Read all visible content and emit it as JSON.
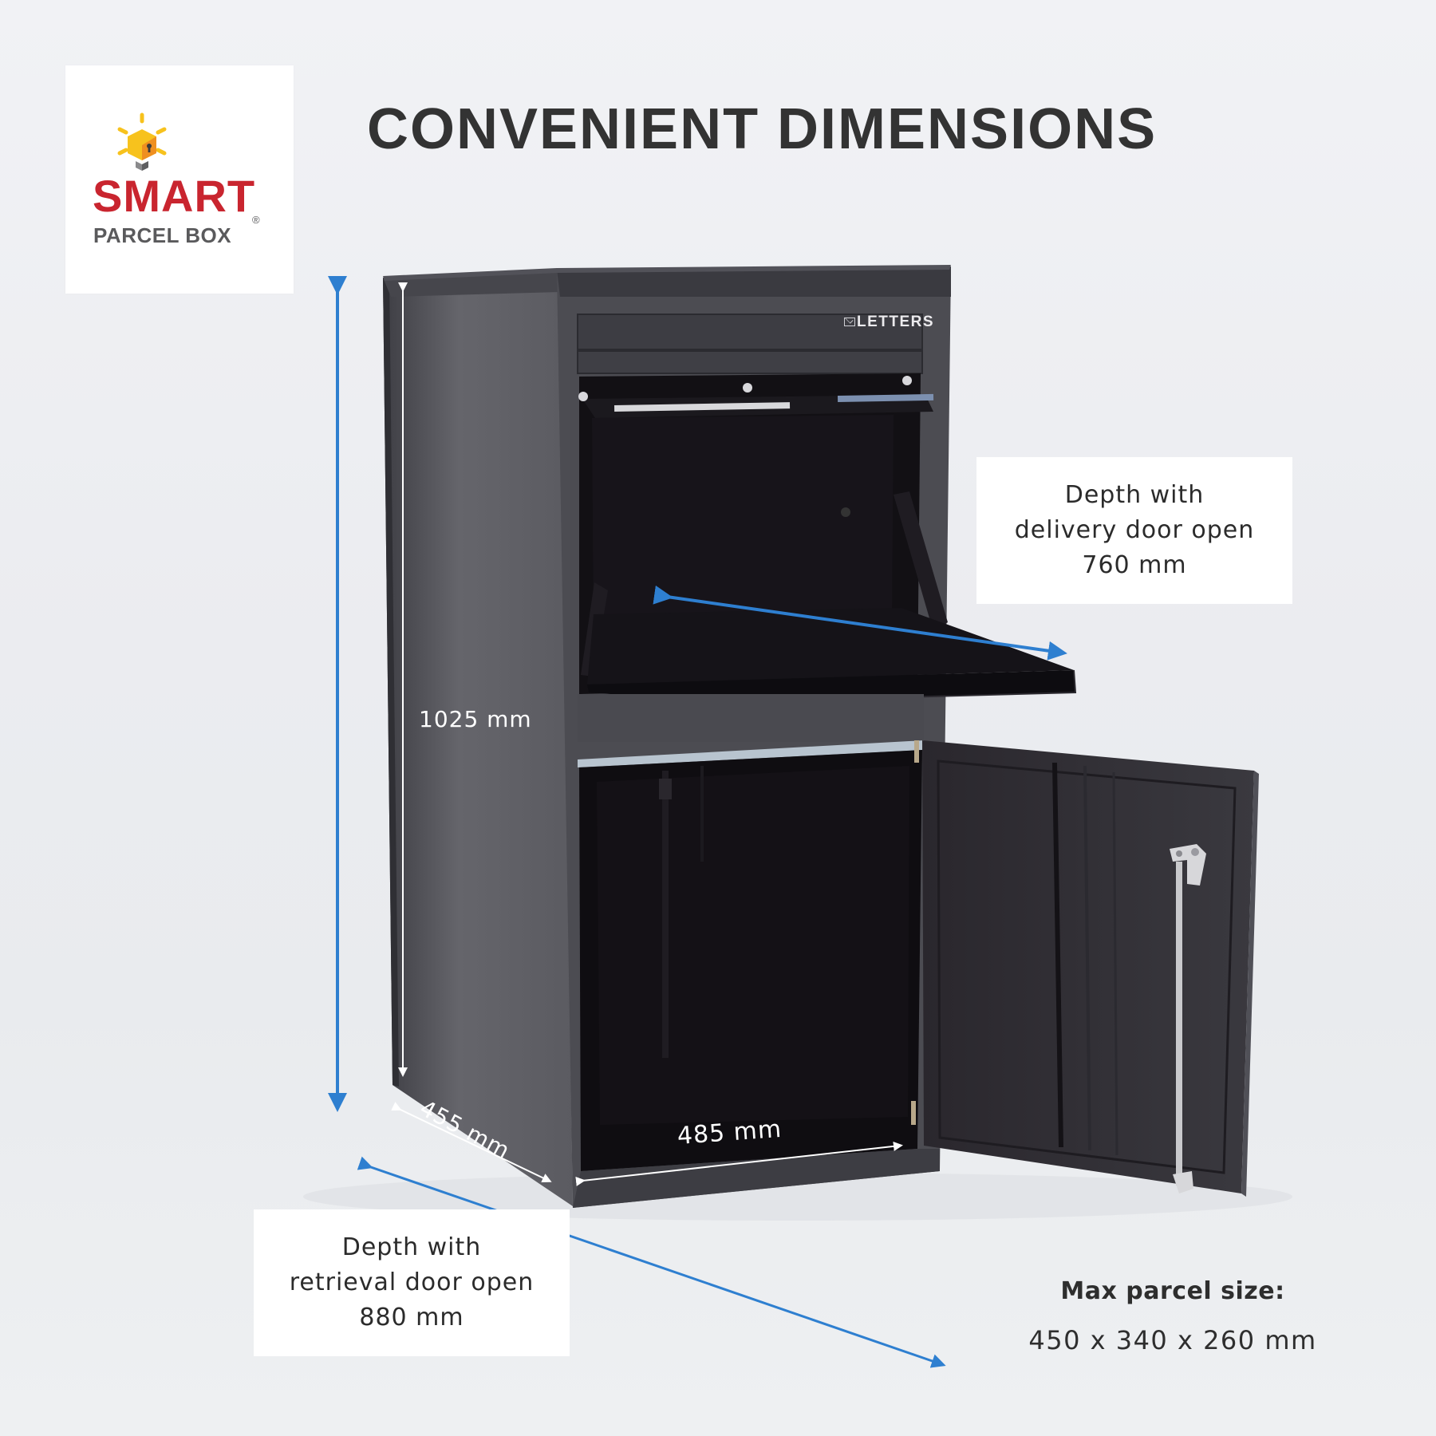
{
  "logo": {
    "brand_top": "SMART",
    "brand_bottom": "PARCEL BOX",
    "registered_mark": "®",
    "icon": "lightbulb-padlock-cube-icon",
    "colors": {
      "red": "#c9252f",
      "grey": "#5a5a5c",
      "yellow": "#f7c21d",
      "orange": "#ef8f1f"
    }
  },
  "header": {
    "title": "CONVENIENT DIMENSIONS"
  },
  "product": {
    "name": "parcel box",
    "letters_slot_label": "LETTERS",
    "letters_icon": "envelope-icon",
    "body_color": "#4a4a50",
    "interior_color": "#121014"
  },
  "dimensions": {
    "height": "1025 mm",
    "depth": "455 mm",
    "width": "485 mm",
    "arrow_color": "#2e7fd0",
    "inner_arrow_color": "#ffffff"
  },
  "callouts": {
    "delivery": {
      "lines": [
        "Depth with",
        "delivery door open",
        "760 mm"
      ]
    },
    "retrieval": {
      "lines": [
        "Depth with",
        "retrieval door open",
        "880 mm"
      ]
    }
  },
  "max_parcel": {
    "title": "Max parcel size:",
    "value": "450 x 340 x 260 mm"
  }
}
